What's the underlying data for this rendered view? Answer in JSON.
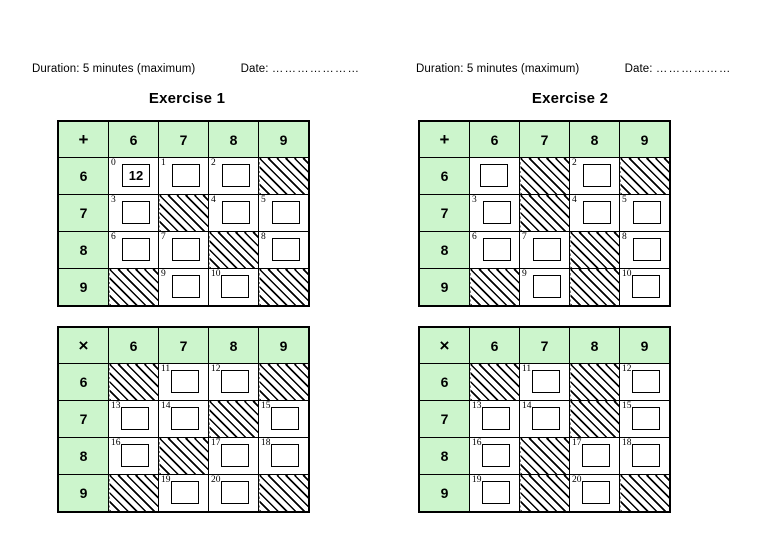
{
  "theme": {
    "header_fill": "#ccf5cc",
    "ink": "#000000",
    "page_bg": "#ffffff"
  },
  "exercises": [
    {
      "id": "exercise-1",
      "meta": {
        "duration": "Duration: 5 minutes (maximum)",
        "date_label": "Date:",
        "date_dots": "…………………",
        "date_value": ""
      },
      "title": "Exercise 1",
      "grids": [
        {
          "id": "addition-grid",
          "operator": "+",
          "operator_name": "plus",
          "columns": [
            "6",
            "7",
            "8",
            "9"
          ],
          "rows": [
            "6",
            "7",
            "8",
            "9"
          ],
          "cells": [
            [
              {
                "state": "answer",
                "number": "0",
                "value": "12"
              },
              {
                "state": "answer",
                "number": "1",
                "value": ""
              },
              {
                "state": "answer",
                "number": "2",
                "value": ""
              },
              {
                "state": "blocked"
              }
            ],
            [
              {
                "state": "answer",
                "number": "3",
                "value": ""
              },
              {
                "state": "blocked"
              },
              {
                "state": "answer",
                "number": "4",
                "value": ""
              },
              {
                "state": "answer",
                "number": "5",
                "value": ""
              }
            ],
            [
              {
                "state": "answer",
                "number": "6",
                "value": ""
              },
              {
                "state": "answer",
                "number": "7",
                "value": ""
              },
              {
                "state": "blocked"
              },
              {
                "state": "answer",
                "number": "8",
                "value": ""
              }
            ],
            [
              {
                "state": "blocked"
              },
              {
                "state": "answer",
                "number": "9",
                "value": ""
              },
              {
                "state": "answer",
                "number": "10",
                "value": ""
              },
              {
                "state": "blocked"
              }
            ]
          ]
        },
        {
          "id": "multiplication-grid",
          "operator": "×",
          "operator_name": "times",
          "columns": [
            "6",
            "7",
            "8",
            "9"
          ],
          "rows": [
            "6",
            "7",
            "8",
            "9"
          ],
          "cells": [
            [
              {
                "state": "blocked"
              },
              {
                "state": "answer",
                "number": "11",
                "value": ""
              },
              {
                "state": "answer",
                "number": "12",
                "value": ""
              },
              {
                "state": "blocked"
              }
            ],
            [
              {
                "state": "answer",
                "number": "13",
                "value": ""
              },
              {
                "state": "answer",
                "number": "14",
                "value": ""
              },
              {
                "state": "blocked"
              },
              {
                "state": "answer",
                "number": "15",
                "value": ""
              }
            ],
            [
              {
                "state": "answer",
                "number": "16",
                "value": ""
              },
              {
                "state": "blocked"
              },
              {
                "state": "answer",
                "number": "17",
                "value": ""
              },
              {
                "state": "answer",
                "number": "18",
                "value": ""
              }
            ],
            [
              {
                "state": "blocked"
              },
              {
                "state": "answer",
                "number": "19",
                "value": ""
              },
              {
                "state": "answer",
                "number": "20",
                "value": ""
              },
              {
                "state": "blocked"
              }
            ]
          ]
        }
      ]
    },
    {
      "id": "exercise-2",
      "meta": {
        "duration": "Duration: 5 minutes (maximum)",
        "date_label": "Date:",
        "date_dots": "………………",
        "date_value": ""
      },
      "title": "Exercise 2",
      "grids": [
        {
          "id": "addition-grid",
          "operator": "+",
          "operator_name": "plus",
          "columns": [
            "6",
            "7",
            "8",
            "9"
          ],
          "rows": [
            "6",
            "7",
            "8",
            "9"
          ],
          "cells": [
            [
              {
                "state": "answer",
                "number": "",
                "value": ""
              },
              {
                "state": "blocked"
              },
              {
                "state": "answer",
                "number": "2",
                "value": ""
              },
              {
                "state": "blocked"
              }
            ],
            [
              {
                "state": "answer",
                "number": "3",
                "value": ""
              },
              {
                "state": "blocked"
              },
              {
                "state": "answer",
                "number": "4",
                "value": ""
              },
              {
                "state": "answer",
                "number": "5",
                "value": ""
              }
            ],
            [
              {
                "state": "answer",
                "number": "6",
                "value": ""
              },
              {
                "state": "answer",
                "number": "7",
                "value": ""
              },
              {
                "state": "blocked"
              },
              {
                "state": "answer",
                "number": "8",
                "value": ""
              }
            ],
            [
              {
                "state": "blocked"
              },
              {
                "state": "answer",
                "number": "9",
                "value": ""
              },
              {
                "state": "blocked"
              },
              {
                "state": "answer",
                "number": "10",
                "value": ""
              }
            ]
          ]
        },
        {
          "id": "multiplication-grid",
          "operator": "×",
          "operator_name": "times",
          "columns": [
            "6",
            "7",
            "8",
            "9"
          ],
          "rows": [
            "6",
            "7",
            "8",
            "9"
          ],
          "cells": [
            [
              {
                "state": "blocked"
              },
              {
                "state": "answer",
                "number": "11",
                "value": ""
              },
              {
                "state": "blocked"
              },
              {
                "state": "answer",
                "number": "12",
                "value": ""
              }
            ],
            [
              {
                "state": "answer",
                "number": "13",
                "value": ""
              },
              {
                "state": "answer",
                "number": "14",
                "value": ""
              },
              {
                "state": "blocked"
              },
              {
                "state": "answer",
                "number": "15",
                "value": ""
              }
            ],
            [
              {
                "state": "answer",
                "number": "16",
                "value": ""
              },
              {
                "state": "blocked"
              },
              {
                "state": "answer",
                "number": "17",
                "value": ""
              },
              {
                "state": "answer",
                "number": "18",
                "value": ""
              }
            ],
            [
              {
                "state": "answer",
                "number": "19",
                "value": ""
              },
              {
                "state": "blocked"
              },
              {
                "state": "answer",
                "number": "20",
                "value": ""
              },
              {
                "state": "blocked"
              }
            ]
          ]
        }
      ]
    }
  ]
}
